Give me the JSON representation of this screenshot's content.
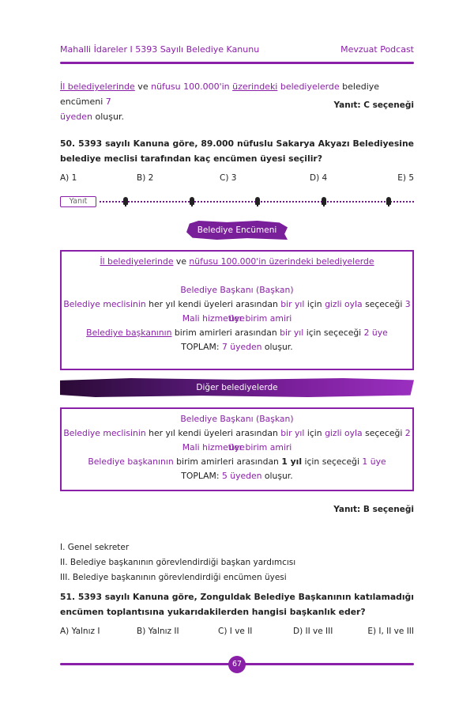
{
  "header": {
    "left": "Mahalli İdareler I 5393 Sayılı Belediye Kanunu",
    "right": "Mevzuat Podcast"
  },
  "intro": {
    "part1": "İl belediyelerinde",
    "part2": " ve ",
    "part3": "nüfusu 100.000'in",
    "part4": " ",
    "part5": "üzerindeki",
    "part6": " ",
    "part7": "belediyelerde",
    "part8": " belediye encümeni ",
    "part9": "7",
    "part10": "üyeden",
    "part11": " oluşur."
  },
  "answer1": "Yanıt: C seçeneği",
  "q50": {
    "text": "50. 5393 sayılı Kanuna göre, 89.000 nüfuslu Sakarya Akyazı Belediyesine belediye meclisi tarafından kaç encümen üyesi seçilir?",
    "options": [
      "A) 1",
      "B) 2",
      "C) 3",
      "D) 4",
      "E) 5"
    ]
  },
  "yanit_label": "Yanıt",
  "section1": {
    "title": "Belediye Encümeni",
    "line1_a": "İl belediyelerinde",
    "line1_b": " ve ",
    "line1_c": "nüfusu 100.000'in üzerindeki belediyelerde",
    "line2": "Belediye Başkanı (Başkan)",
    "line3_a": "Belediye meclisinin",
    "line3_b": " her yıl kendi üyeleri arasından ",
    "line3_c": "bir yıl",
    "line3_d": " için ",
    "line3_e": "gizli oyla",
    "line3_f": " seçeceği ",
    "line3_g": "3 üye",
    "line4": "Mali hizmetler birim amiri",
    "line5_a": "Belediye başkanının",
    "line5_b": " birim amirleri arasından ",
    "line5_c": "bir yıl",
    "line5_d": " için seçeceği ",
    "line5_e": "2 üye",
    "line6_a": "TOPLAM: ",
    "line6_b": "7 üyeden",
    "line6_c": " oluşur."
  },
  "section2": {
    "title": "Diğer belediyelerde",
    "line1": "Belediye Başkanı (Başkan)",
    "line2_a": "Belediye meclisinin",
    "line2_b": " her yıl kendi üyeleri arasından ",
    "line2_c": "bir yıl",
    "line2_d": " için ",
    "line2_e": "gizli oyla",
    "line2_f": " seçeceği ",
    "line2_g": "2 üye",
    "line3": "Mali hizmetler birim amiri",
    "line4_a": "Belediye başkanının",
    "line4_b": " birim amirleri arasından ",
    "line4_c": "1 yıl",
    "line4_d": " için seçeceği ",
    "line4_e": "1 üye",
    "line5_a": "TOPLAM: ",
    "line5_b": "5 üyeden",
    "line5_c": " oluşur."
  },
  "answer2": "Yanıt: B seçeneği",
  "list": [
    "I. Genel sekreter",
    "II. Belediye başkanının görevlendirdiği başkan yardımcısı",
    "III. Belediye başkanının görevlendirdiği encümen üyesi"
  ],
  "q51": {
    "text": "51. 5393 sayılı Kanuna göre, Zonguldak Belediye Başkanının katılamadığı encümen toplantısına yukarıdakilerden hangisi başkanlık eder?",
    "options": [
      "A) Yalnız I",
      "B) Yalnız II",
      "C) I ve II",
      "D) II ve III",
      "E) I, II ve III"
    ]
  },
  "page_number": "67",
  "colors": {
    "accent": "#8a1fa8"
  }
}
